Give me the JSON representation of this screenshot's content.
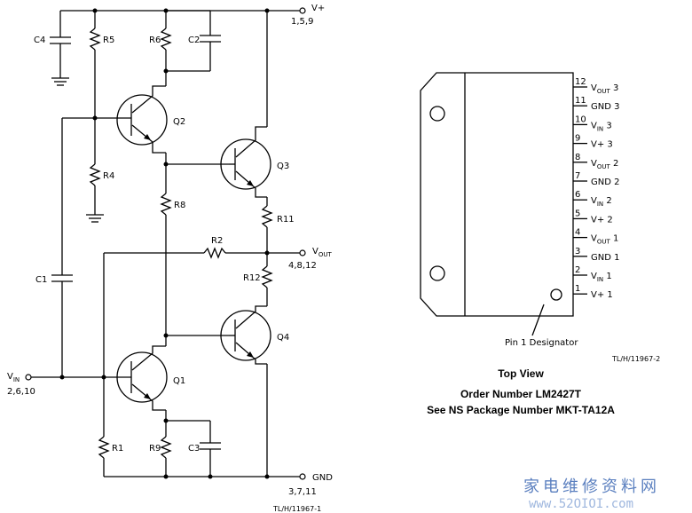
{
  "circuit": {
    "vplus": {
      "label": "V+",
      "pins": "1,5,9"
    },
    "vout": {
      "label": "V",
      "sub": "OUT",
      "pins": "4,8,12"
    },
    "vin": {
      "label": "V",
      "sub": "IN",
      "pins": "2,6,10"
    },
    "gnd": {
      "label": "GND",
      "pins": "3,7,11"
    },
    "components": {
      "c4": "C4",
      "r5": "R5",
      "r6": "R6",
      "c2": "C2",
      "q2": "Q2",
      "q3": "Q3",
      "r4": "R4",
      "r8": "R8",
      "r11": "R11",
      "r2": "R2",
      "r12": "R12",
      "c1": "C1",
      "q4": "Q4",
      "q1": "Q1",
      "r1": "R1",
      "r9": "R9",
      "c3": "C3"
    },
    "ref": "TL/H/11967-1"
  },
  "package": {
    "pins": [
      {
        "num": "12",
        "main": "V",
        "sub": "OUT",
        "suffix": " 3"
      },
      {
        "num": "11",
        "main": "GND 3",
        "sub": "",
        "suffix": ""
      },
      {
        "num": "10",
        "main": "V",
        "sub": "IN",
        "suffix": " 3"
      },
      {
        "num": "9",
        "main": "V+ 3",
        "sub": "",
        "suffix": ""
      },
      {
        "num": "8",
        "main": "V",
        "sub": "OUT",
        "suffix": " 2"
      },
      {
        "num": "7",
        "main": "GND 2",
        "sub": "",
        "suffix": ""
      },
      {
        "num": "6",
        "main": "V",
        "sub": "IN",
        "suffix": " 2"
      },
      {
        "num": "5",
        "main": "V+ 2",
        "sub": "",
        "suffix": ""
      },
      {
        "num": "4",
        "main": "V",
        "sub": "OUT",
        "suffix": " 1"
      },
      {
        "num": "3",
        "main": "GND 1",
        "sub": "",
        "suffix": ""
      },
      {
        "num": "2",
        "main": "V",
        "sub": "IN",
        "suffix": " 1"
      },
      {
        "num": "1",
        "main": "V+ 1",
        "sub": "",
        "suffix": ""
      }
    ],
    "pin1_designator": "Pin 1 Designator",
    "ref": "TL/H/11967-2",
    "top_view": "Top View",
    "order_number": "Order Number LM2427T",
    "package_number": "See NS Package Number MKT-TA12A"
  },
  "watermark": {
    "text": "家电维修资料网",
    "url": "www.52OIOI.com"
  },
  "colors": {
    "ink": "#000000",
    "watermark": "#5a7fbf"
  }
}
